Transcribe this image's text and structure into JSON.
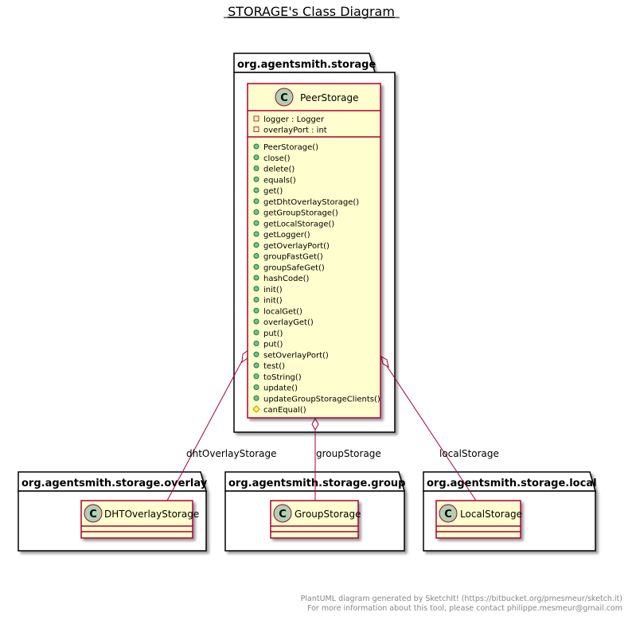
{
  "title": "STORAGE's Class Diagram",
  "colors": {
    "class_fill": "#FEFECE",
    "class_border": "#A80036",
    "spot_fill": "#ADD1B2",
    "public_marker": "#84BE84",
    "protected_marker": "#FFFF44",
    "package_fill": "#FFFFFF",
    "package_border": "#000000",
    "footer_text": "#888888"
  },
  "packages": {
    "storage": {
      "name": "org.agentsmith.storage"
    },
    "overlay": {
      "name": "org.agentsmith.storage.overlay"
    },
    "group": {
      "name": "org.agentsmith.storage.group"
    },
    "local": {
      "name": "org.agentsmith.storage.local"
    }
  },
  "classes": {
    "peer_storage": {
      "name": "PeerStorage",
      "stereotype_letter": "C",
      "fields": [
        {
          "visibility": "private",
          "text": "logger : Logger"
        },
        {
          "visibility": "private",
          "text": "overlayPort : int"
        }
      ],
      "methods": [
        {
          "visibility": "public",
          "text": "PeerStorage()"
        },
        {
          "visibility": "public",
          "text": "close()"
        },
        {
          "visibility": "public",
          "text": "delete()"
        },
        {
          "visibility": "public",
          "text": "equals()"
        },
        {
          "visibility": "public",
          "text": "get()"
        },
        {
          "visibility": "public",
          "text": "getDhtOverlayStorage()"
        },
        {
          "visibility": "public",
          "text": "getGroupStorage()"
        },
        {
          "visibility": "public",
          "text": "getLocalStorage()"
        },
        {
          "visibility": "public",
          "text": "getLogger()"
        },
        {
          "visibility": "public",
          "text": "getOverlayPort()"
        },
        {
          "visibility": "public",
          "text": "groupFastGet()"
        },
        {
          "visibility": "public",
          "text": "groupSafeGet()"
        },
        {
          "visibility": "public",
          "text": "hashCode()"
        },
        {
          "visibility": "public",
          "text": "init()"
        },
        {
          "visibility": "public",
          "text": "init()"
        },
        {
          "visibility": "public",
          "text": "localGet()"
        },
        {
          "visibility": "public",
          "text": "overlayGet()"
        },
        {
          "visibility": "public",
          "text": "put()"
        },
        {
          "visibility": "public",
          "text": "put()"
        },
        {
          "visibility": "public",
          "text": "setOverlayPort()"
        },
        {
          "visibility": "public",
          "text": "test()"
        },
        {
          "visibility": "public",
          "text": "toString()"
        },
        {
          "visibility": "public",
          "text": "update()"
        },
        {
          "visibility": "public",
          "text": "updateGroupStorageClients()"
        },
        {
          "visibility": "protected",
          "text": "canEqual()"
        }
      ]
    },
    "dht_overlay_storage": {
      "name": "DHTOverlayStorage",
      "stereotype_letter": "C"
    },
    "group_storage": {
      "name": "GroupStorage",
      "stereotype_letter": "C"
    },
    "local_storage": {
      "name": "LocalStorage",
      "stereotype_letter": "C"
    }
  },
  "relations": {
    "dht": {
      "label": "dhtOverlayStorage",
      "type": "aggregation"
    },
    "group": {
      "label": "groupStorage",
      "type": "aggregation"
    },
    "local": {
      "label": "localStorage",
      "type": "aggregation"
    }
  },
  "footer": {
    "line1": "PlantUML diagram generated by SketchIt! (https://bitbucket.org/pmesmeur/sketch.it)",
    "line2": "For more information about this tool, please contact philippe.mesmeur@gmail.com"
  }
}
